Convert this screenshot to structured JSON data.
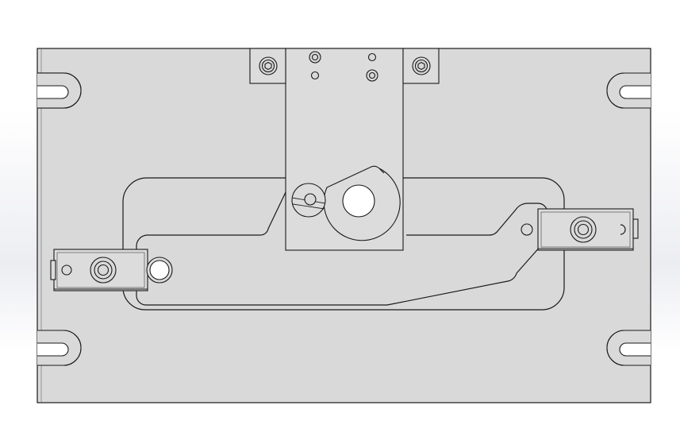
{
  "view": {
    "background_top": "#ffffff",
    "background_band": "#ecedf2",
    "part_fill": "#d9d9d9",
    "line_color": "#1a1a1a"
  },
  "components": [
    "base-plate",
    "mounting-slots",
    "cam-slot-pocket",
    "center-bracket",
    "cam-disc",
    "left-clamp-block",
    "right-clamp-block",
    "socket-head-screws"
  ]
}
